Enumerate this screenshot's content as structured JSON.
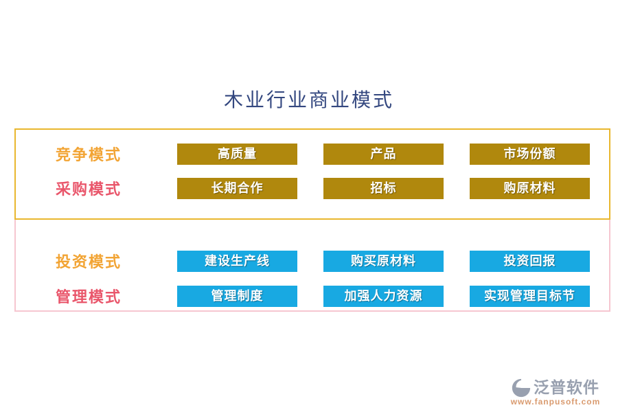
{
  "title": "木业行业商业模式",
  "colors": {
    "title": "#33477F",
    "section1_border": "#E9B72E",
    "section2_border": "#F6C6D0",
    "gold_button": "#B0880D",
    "cyan_button": "#18A9E2",
    "orange_label": "#F2A434",
    "red_label": "#E9566B",
    "brand_gray": "#98A0AF",
    "url_orange": "#D99A6E"
  },
  "sections": [
    {
      "name": "top-section",
      "rows": [
        {
          "label": "竞争模式",
          "buttons": [
            "高质量",
            "产品",
            "市场份额"
          ]
        },
        {
          "label": "采购模式",
          "buttons": [
            "长期合作",
            "招标",
            "购原材料"
          ]
        }
      ]
    },
    {
      "name": "bottom-section",
      "rows": [
        {
          "label": "投资模式",
          "buttons": [
            "建设生产线",
            "购买原材料",
            "投资回报"
          ]
        },
        {
          "label": "管理模式",
          "buttons": [
            "管理制度",
            "加强人力资源",
            "实现管理目标节"
          ]
        }
      ]
    }
  ],
  "footer": {
    "brand": "泛普软件",
    "url": "www.fanpusoft.com"
  }
}
